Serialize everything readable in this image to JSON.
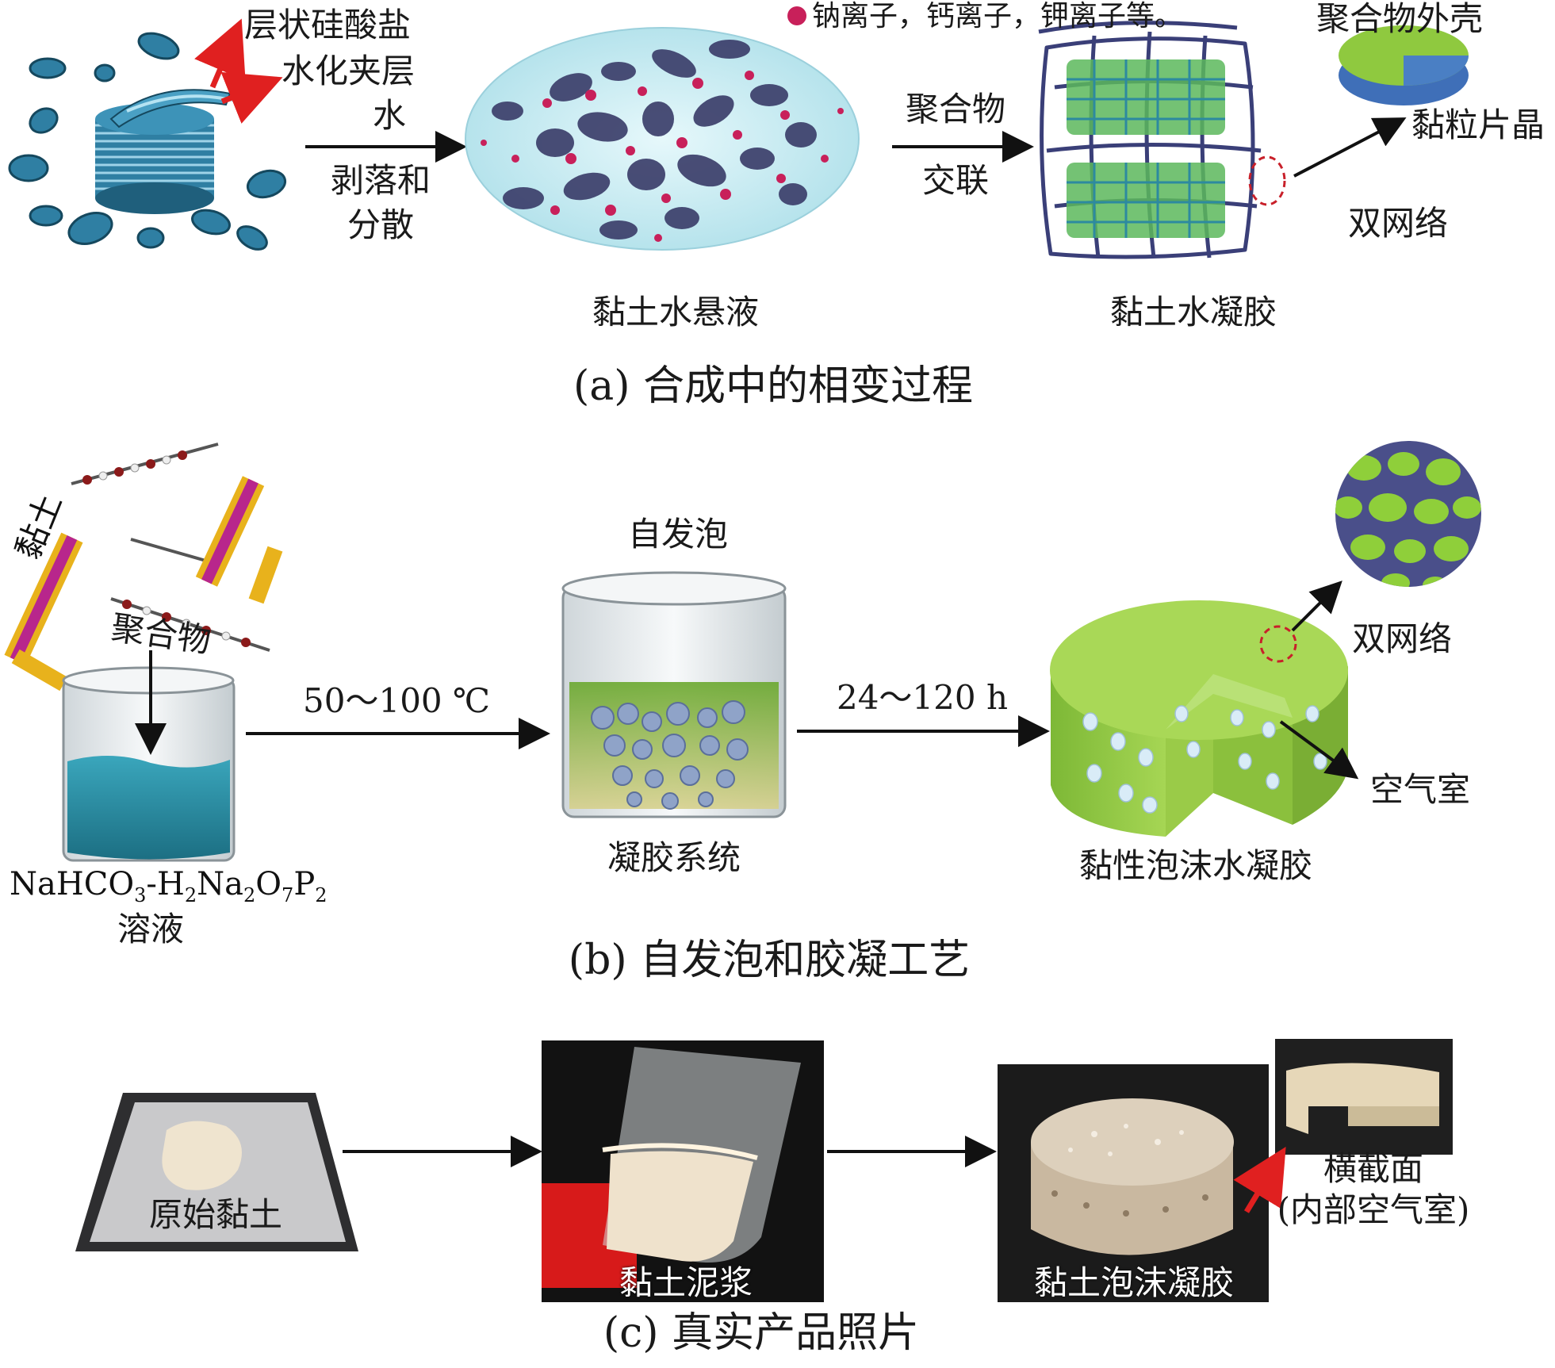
{
  "panel_a": {
    "caption": "(a) 合成中的相变过程",
    "layered_silicate": "层状硅酸盐",
    "hydrated_interlayer_1": "水化夹层",
    "hydrated_interlayer_2": "水",
    "exfoliate_1": "剥落和",
    "exfoliate_2": "分散",
    "ions": "钠离子，钙离子，钾离子等。",
    "suspension": "黏土水悬液",
    "crosslink_1": "聚合物",
    "crosslink_2": "交联",
    "hydrogel": "黏土水凝胶",
    "polymer_shell": "聚合物外壳",
    "clay_platelet": "黏粒片晶",
    "double_network": "双网络"
  },
  "panel_b": {
    "caption": "(b) 自发泡和胶凝工艺",
    "clay": "黏土",
    "polymer": "聚合物",
    "solution_formula": "NaHCO3-H2Na2O7P2",
    "solution": "溶液",
    "temp": "50～100 ℃",
    "self_foaming": "自发泡",
    "gel_system": "凝胶系统",
    "time": "24～120 h",
    "double_network": "双网络",
    "air_cell": "空气室",
    "foam_hydrogel": "黏性泡沫水凝胶"
  },
  "panel_c": {
    "caption": "(c) 真实产品照片",
    "raw_clay": "原始黏土",
    "slurry": "黏土泥浆",
    "foam_gel": "黏土泡沫凝胶",
    "cross_section_1": "横截面",
    "cross_section_2": "(内部空气室)"
  },
  "colors": {
    "clay_blue": "#2f7fa3",
    "suspension_bg": "#c9ecf2",
    "particle": "#3c3f6b",
    "ion": "#c8205a",
    "gel_green": "#8cc63f",
    "arrow_red": "#e02020"
  }
}
